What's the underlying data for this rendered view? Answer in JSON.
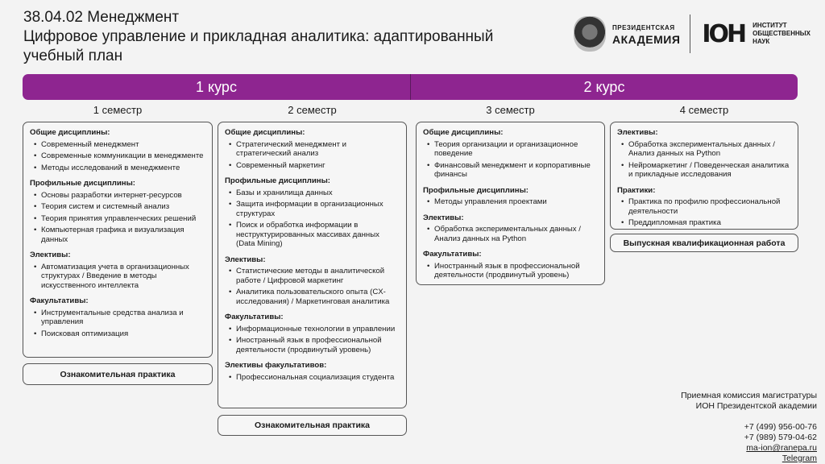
{
  "header": {
    "title_line1": "38.04.02 Менеджмент",
    "title_line2": "Цифровое управление и прикладная аналитика: адаптированный учебный план",
    "logo_academy_small": "ПРЕЗИДЕНТСКАЯ",
    "logo_academy_big": "АКАДЕМИЯ",
    "logo_ion_mark": "IOH",
    "logo_ion_text": [
      "ИНСТИТУТ",
      "ОБЩЕСТВЕННЫХ",
      "НАУК"
    ]
  },
  "accent_color": "#8e2590",
  "courses": [
    "1 курс",
    "2 курс"
  ],
  "semesters": [
    {
      "label": "1 семестр",
      "sections": [
        {
          "title": "Общие дисциплины:",
          "items": [
            "Современный менеджмент",
            "Современные коммуникации в менеджменте",
            "Методы исследований в менеджменте"
          ]
        },
        {
          "title": "Профильные дисциплины:",
          "items": [
            "Основы разработки интернет-ресурсов",
            "Теория систем и системный анализ",
            "Теория принятия управленческих решений",
            "Компьютерная графика и визуализация данных"
          ]
        },
        {
          "title": "Элективы:",
          "items": [
            "Автоматизация учета в организационных структурах / Введение в методы искусственного интеллекта"
          ]
        },
        {
          "title": "Факультативы:",
          "items": [
            "Инструментальные средства анализа и управления",
            "Поисковая оптимизация"
          ]
        }
      ],
      "practice": "Ознакомительная практика"
    },
    {
      "label": "2 семестр",
      "sections": [
        {
          "title": "Общие дисциплины:",
          "items": [
            "Стратегический менеджмент и стратегический анализ",
            "Современный маркетинг"
          ]
        },
        {
          "title": "Профильные дисциплины:",
          "items": [
            "Базы и хранилища данных",
            "Защита информации в организационных структурах",
            "Поиск и обработка информации в неструктурированных массивах данных (Data Mining)"
          ]
        },
        {
          "title": "Элективы:",
          "items": [
            "Статистические методы в аналитической работе / Цифровой маркетинг",
            "Аналитика пользовательского опыта (CX-исследования) / Маркетинговая аналитика"
          ]
        },
        {
          "title": "Факультативы:",
          "items": [
            "Информационные технологии в управлении",
            "Иностранный язык в профессиональной деятельности (продвинутый уровень)"
          ]
        },
        {
          "title": "Элективы факультативов:",
          "items": [
            "Профессиональная социализация студента"
          ]
        }
      ],
      "practice": "Ознакомительная практика"
    },
    {
      "label": "3 семестр",
      "sections": [
        {
          "title": "Общие дисциплины:",
          "items": [
            "Теория организации и организационное поведение",
            "Финансовый менеджмент и корпоративные финансы"
          ]
        },
        {
          "title": "Профильные дисциплины:",
          "items": [
            "Методы управления проектами"
          ]
        },
        {
          "title": "Элективы:",
          "items": [
            "Обработка экспериментальных данных / Анализ данных на Python"
          ]
        },
        {
          "title": "Факультативы:",
          "items": [
            "Иностранный язык в профессиональной деятельности (продвинутый уровень)"
          ]
        }
      ]
    },
    {
      "label": "4 семестр",
      "sections": [
        {
          "title": "Элективы:",
          "items": [
            "Обработка экспериментальных данных / Анализ данных на Python",
            "Нейромаркетинг / Поведенческая аналитика и прикладные исследования"
          ]
        },
        {
          "title": "Практики:",
          "items": [
            "Практика по профилю профессиональной деятельности",
            "Преддипломная практика"
          ]
        }
      ],
      "practice": "Выпускная квалификационная работа"
    }
  ],
  "contacts": {
    "line1": "Приемная комиссия магистратуры",
    "line2": "ИОН Президентской академии",
    "phone1": "+7 (499) 956-00-76",
    "phone2": "+7 (989) 579-04-62",
    "email": "ma-ion@ranepa.ru",
    "telegram": "Telegram"
  }
}
